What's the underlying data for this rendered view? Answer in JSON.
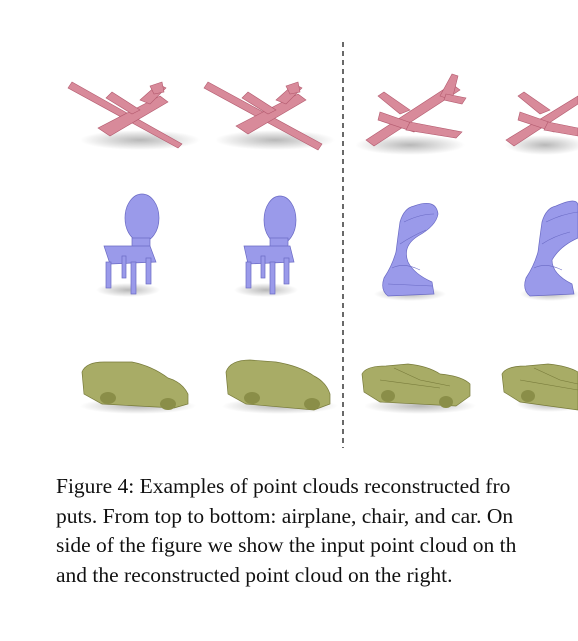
{
  "figure": {
    "rows": [
      "airplane",
      "chair",
      "car"
    ],
    "columns": [
      "input",
      "reconstructed",
      "input",
      "reconstructed"
    ],
    "colors": {
      "airplane": "#d88a9a",
      "airplane_dark": "#b35a6e",
      "chair": "#9a9aea",
      "chair_dark": "#6a6ac4",
      "car": "#a8ac66",
      "car_dark": "#777a3a",
      "divider": "#444444"
    }
  },
  "caption": {
    "lines": [
      "Figure 4: Examples of point clouds reconstructed fro",
      "puts. From top to bottom: airplane, chair, and car. On",
      "side of the figure we show the input point cloud on th",
      "and the reconstructed point cloud on the right."
    ]
  }
}
